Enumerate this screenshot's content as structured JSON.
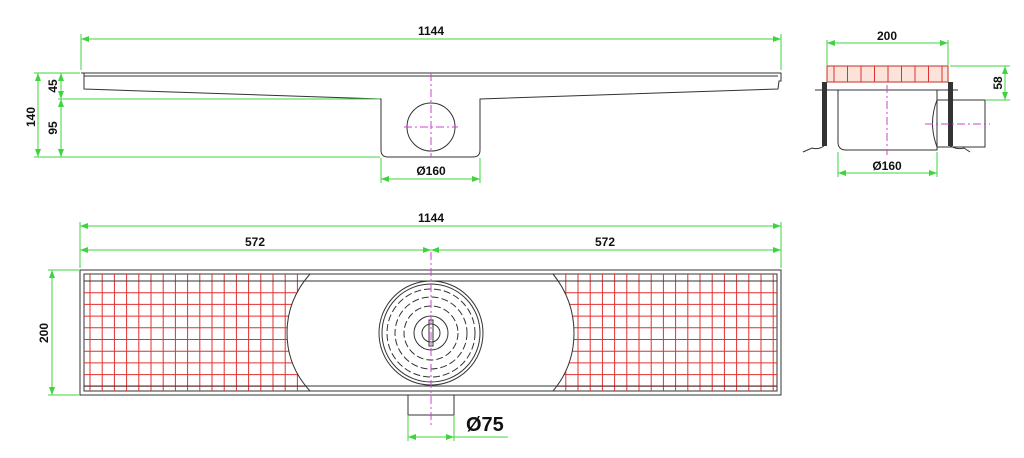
{
  "drawing": {
    "elevation": {
      "length": "1144",
      "height_total": "140",
      "height_top": "45",
      "height_sump": "95",
      "sump_diameter": "Ø160"
    },
    "section": {
      "width": "200",
      "grate_height": "58",
      "sump_diameter": "Ø160"
    },
    "plan": {
      "length": "1144",
      "half_left": "572",
      "half_right": "572",
      "width": "200",
      "outlet_diameter": "Ø75"
    },
    "colors": {
      "dimension": "#3fd43f",
      "grate": "#e03030",
      "centerline": "#d040d0",
      "outline": "#333333"
    }
  }
}
